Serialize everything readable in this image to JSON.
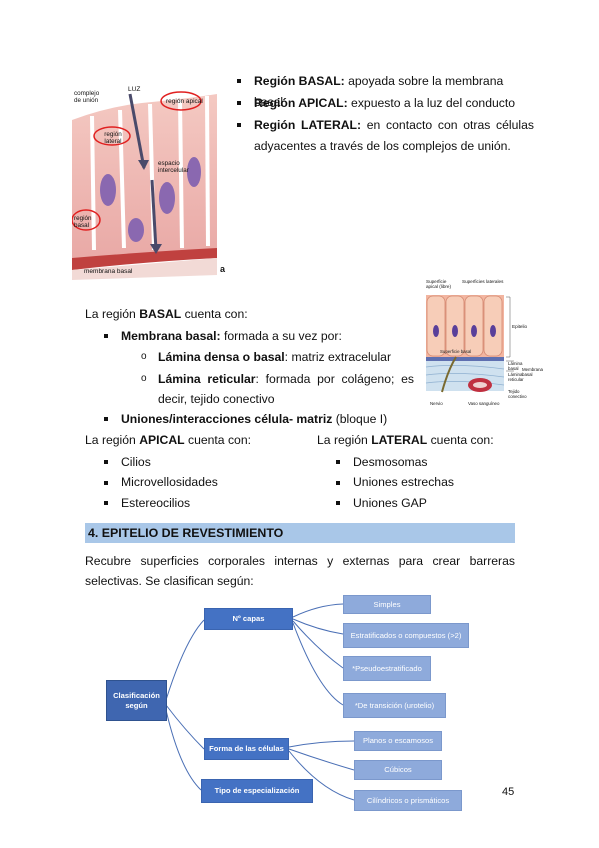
{
  "figure1": {
    "labels": {
      "complejo": "complejo de unión",
      "luz": "LUZ",
      "apical": "región apical",
      "lateral": "región lateral",
      "espacio": "espacio intercelular",
      "basal": "región basal",
      "membrana": "membrana basal",
      "letter": "a"
    }
  },
  "top_regions": [
    {
      "bold": "Región BASAL:",
      "text": " apoyada sobre la membrana basal"
    },
    {
      "bold": "Región APICAL:",
      "text": " expuesto a la luz del conducto"
    },
    {
      "bold": "Región LATERAL:",
      "text": " en contacto con otras células",
      "text2": "adyacentes a través de los complejos de unión."
    }
  ],
  "figure2": {
    "labels": {
      "sup_apical": "Superficie apical (libre)",
      "sup_lat": "Superficies laterales",
      "epitelio": "Epitelio",
      "sup_basal": "Superficie basal",
      "lamina_basal": "Lámina basal",
      "lamina_ret": "Lámina reticular",
      "memb_basal": "Membrana basal",
      "tejido": "Tejido conectivo",
      "nervio": "Nervio",
      "vaso": "Vaso sanguíneo"
    }
  },
  "basal": {
    "intro_pre": "La región ",
    "intro_bold": "BASAL",
    "intro_post": " cuenta con:",
    "memb_bold": "Membrana basal:",
    "memb_text": " formada a su vez por:",
    "densa_bold": "Lámina densa o basal",
    "densa_text": ": matriz extracelular",
    "reticular_bold": "Lámina reticular",
    "reticular_text": ": formada por colágeno; es",
    "reticular_text2": "decir, tejido conectivo",
    "uniones_bold": "Uniones/interacciones célula- matriz",
    "uniones_text": " (bloque I)"
  },
  "apical": {
    "intro_pre": "La región ",
    "intro_bold": "APICAL",
    "intro_post": " cuenta con:",
    "items": [
      "Cilios",
      "Microvellosidades",
      "Estereocilios"
    ]
  },
  "lateral": {
    "intro_pre": "La región ",
    "intro_bold": "LATERAL",
    "intro_post": " cuenta con:",
    "items": [
      "Desmosomas",
      "Uniones estrechas",
      "Uniones GAP"
    ]
  },
  "section": {
    "title": "4. EPITELIO DE REVESTIMIENTO",
    "para1": "Recubre superficies corporales internas y externas para crear barreras",
    "para2": "selectivas. Se clasifican según:"
  },
  "diagram": {
    "root": "Clasificación según",
    "capas": "Nº capas",
    "forma": "Forma de las células",
    "tipo": "Tipo de especialización",
    "simples": "Simples",
    "estratificados": "Estratificados o compuestos (>2)",
    "pseudo": "*Pseudoestratificado",
    "transicion": "*De transición (urotelio)",
    "planos": "Planos o escamosos",
    "cubicos": "Cúbicos",
    "cilindricos": "Cilíndricos o prismáticos"
  },
  "page_number": "45",
  "colors": {
    "header_bar": "#a9c7e8",
    "box_dark": "#4472c4",
    "box_light": "#8eaadb",
    "line": "#4a6fb5"
  }
}
